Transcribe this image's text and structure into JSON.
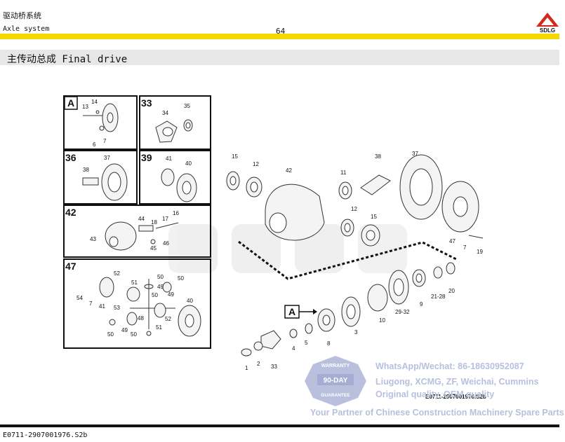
{
  "header": {
    "title_cn": "驱动桥系统",
    "title_en": "Axle system",
    "page_number": "64",
    "brand": "SDLG"
  },
  "section": {
    "title": "主传动总成 Final drive"
  },
  "inset_labels": [
    "A",
    "33",
    "36",
    "39",
    "42",
    "47"
  ],
  "main_callout": "A",
  "figure_code": "E0711-2907001976.S2b",
  "footer": {
    "code": "E0711-2907001976.S2b"
  },
  "watermark": {
    "badge_top": "WARRANTY",
    "badge_mid": "90-DAY",
    "badge_bottom": "GUARANTEE",
    "contact": "WhatsApp/Wechat: 86-18630952087",
    "brands": "Liugong, XCMG, ZF, Weichai, Cummins",
    "quality": "Original quality, OEM quality",
    "tagline": "Your Partner of Chinese Construction Machinery Spare Parts"
  },
  "part_numbers": {
    "inset_a": [
      "14",
      "13",
      "6",
      "7"
    ],
    "inset_33": [
      "34",
      "35"
    ],
    "inset_36": [
      "37",
      "38"
    ],
    "inset_39": [
      "41",
      "40"
    ],
    "inset_42": [
      "44",
      "18",
      "17",
      "16",
      "43",
      "45",
      "46"
    ],
    "inset_47": [
      "52",
      "50",
      "50",
      "54",
      "7",
      "41",
      "53",
      "51",
      "49",
      "49",
      "50",
      "40",
      "48",
      "52",
      "51",
      "50",
      "49",
      "50"
    ],
    "main": [
      "15",
      "12",
      "42",
      "11",
      "38",
      "37",
      "12",
      "15",
      "47",
      "7",
      "19",
      "10",
      "29-32",
      "9",
      "21-28",
      "20",
      "3",
      "8",
      "4",
      "5",
      "1",
      "2",
      "33"
    ]
  },
  "colors": {
    "accent_yellow": "#f5d800",
    "brand_red": "#d6281a",
    "watermark": "#b7c0dd"
  }
}
